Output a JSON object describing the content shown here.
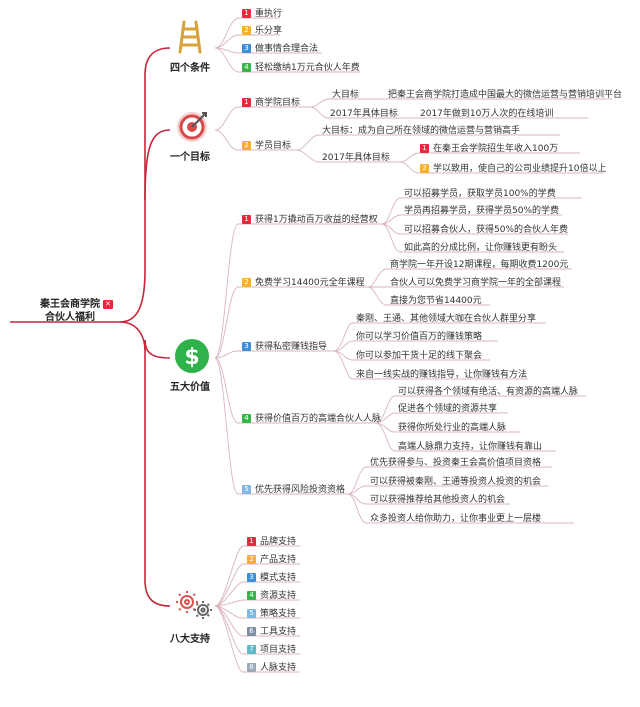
{
  "root": {
    "title_line1": "秦王会商学院",
    "title_line2": "合伙人福利"
  },
  "branches": {
    "conditions": {
      "label": "四个条件",
      "items": [
        "重执行",
        "乐分享",
        "做事情合理合法",
        "轻松缴纳1万元合伙人年费"
      ]
    },
    "goal": {
      "label": "一个目标",
      "school_goal": {
        "label": "商学院目标",
        "big_goal_label": "大目标",
        "big_goal_text": "把秦王会商学院打造成中国最大的微信运营与营销培训平台",
        "year_goal_label": "2017年具体目标",
        "year_goal_text": "2017年做到10万人次的在线培训"
      },
      "student_goal": {
        "label": "学员目标",
        "big_goal": "大目标：成为自己所在领域的微信运营与营销高手",
        "year_goal_label": "2017年具体目标",
        "items": [
          "在秦王会学院招生年收入100万",
          "学以致用，使自己的公司业绩提升10倍以上"
        ]
      }
    },
    "values": {
      "label": "五大价值",
      "v1": {
        "label": "获得1万撬动百万收益的经营权",
        "items": [
          "可以招募学员，获取学员100%的学费",
          "学员再招募学员，获得学员50%的学费",
          "可以招募合伙人，获得50%的合伙人年费",
          "如此高的分成比例，让你赚钱更有盼头"
        ]
      },
      "v2": {
        "label": "免费学习14400元全年课程",
        "items": [
          "商学院一年开设12期课程，每期收费1200元",
          "合伙人可以免费学习商学院一年的全部课程",
          "直接为您节省14400元"
        ]
      },
      "v3": {
        "label": "获得私密赚钱指导",
        "items": [
          "秦刚、王通、其他领域大咖在合伙人群里分享",
          "你可以学习价值百万的赚钱策略",
          "你可以参加干货十足的线下聚会",
          "来自一线实战的赚钱指导，让你赚钱有方法"
        ]
      },
      "v4": {
        "label": "获得价值百万的高端合伙人人脉",
        "items": [
          "可以获得各个领域有绝活、有资源的高端人脉",
          "促进各个领域的资源共享",
          "获得你所处行业的高端人脉",
          "高端人脉鼎力支持，让你赚钱有靠山"
        ]
      },
      "v5": {
        "label": "优先获得风险投资资格",
        "items": [
          "优先获得参与、投资秦王会高价值项目资格",
          "可以获得被秦刚、王通等投资人投资的机会",
          "可以获得推荐给其他投资人的机会",
          "众多投资人给你助力，让你事业更上一层楼"
        ]
      }
    },
    "support": {
      "label": "八大支持",
      "items": [
        "品牌支持",
        "产品支持",
        "模式支持",
        "资源支持",
        "策略支持",
        "工具支持",
        "项目支持",
        "人脉支持"
      ]
    }
  },
  "numbers": [
    "1",
    "2",
    "3",
    "4",
    "5",
    "6",
    "7",
    "8"
  ],
  "icons": {
    "conditions": "ladder-icon",
    "goal": "target-icon",
    "values": "dollar-icon",
    "support": "gears-icon",
    "root_flag": "flag-icon"
  },
  "colors": {
    "line": "#c8243a",
    "n1": "#e8283f",
    "n2": "#f6b129",
    "n3": "#3d8fd8",
    "n4": "#35b44a",
    "n5": "#7fb8e0",
    "n6": "#7f8fa6",
    "n7": "#5fb8c8",
    "n8": "#9aa8b8"
  }
}
